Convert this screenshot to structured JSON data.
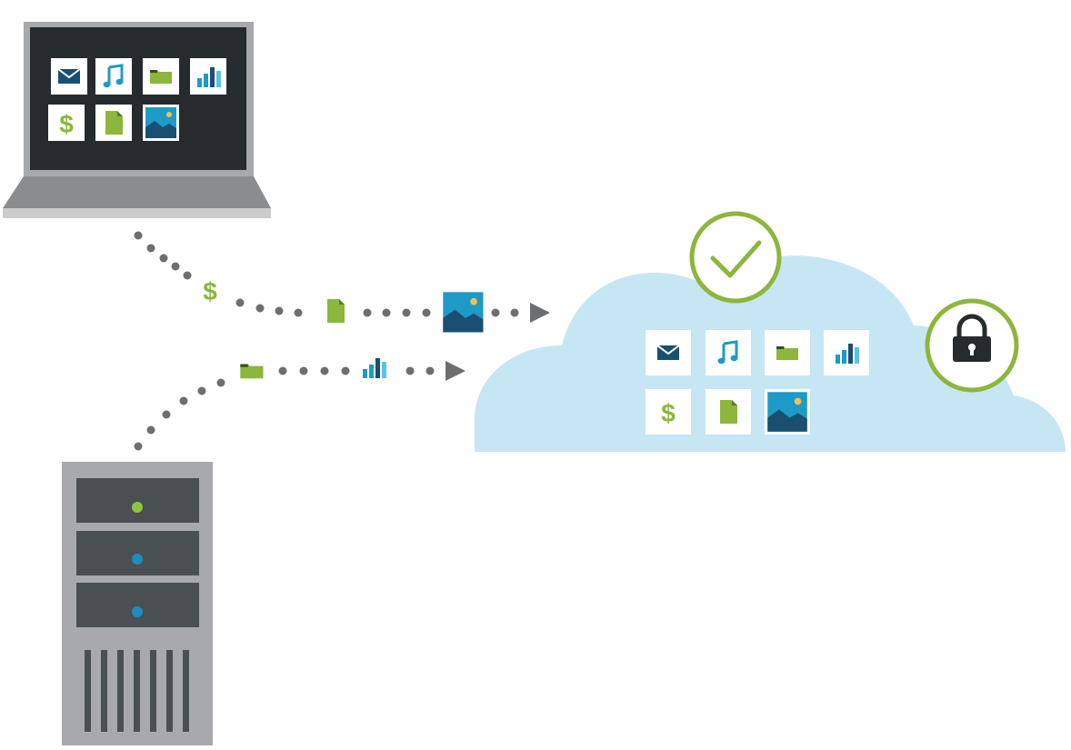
{
  "diagram": {
    "colors": {
      "background": "#ffffff",
      "laptop_bezel": "#a7a9ac",
      "laptop_screen": "#262b2d",
      "laptop_base": "#8a8c8e",
      "laptop_base_shadow": "#c9cbcd",
      "server_body": "#a7a9ac",
      "server_bay": "#4a4f52",
      "server_vent": "#4a4f52",
      "led_green": "#8cc63f",
      "led_blue": "#1c8cc0",
      "cloud": "#c6e6f4",
      "tile": "#ffffff",
      "icon_navy": "#1b4f72",
      "icon_teal": "#1e9ac6",
      "icon_green": "#8cb63c",
      "icon_lightblue": "#5bc2e7",
      "sun": "#f2c14e",
      "badge_green": "#8cb63c",
      "lock": "#262b2d",
      "dots": "#6d6e70"
    },
    "devices": [
      {
        "name": "laptop",
        "icons": [
          "mail-icon",
          "music-icon",
          "folder-icon",
          "chart-icon",
          "dollar-icon",
          "document-icon",
          "image-icon"
        ]
      },
      {
        "name": "server",
        "leds": [
          "green",
          "blue",
          "blue"
        ]
      }
    ],
    "cloud": {
      "icons": [
        "mail-icon",
        "music-icon",
        "folder-icon",
        "chart-icon",
        "dollar-icon",
        "document-icon",
        "image-icon"
      ],
      "badges": [
        "check-icon",
        "lock-icon"
      ]
    },
    "flows": [
      {
        "from": "laptop",
        "to": "cloud",
        "carried_icons": [
          "dollar-icon",
          "document-icon",
          "image-icon"
        ]
      },
      {
        "from": "server",
        "to": "cloud",
        "carried_icons": [
          "folder-icon",
          "chart-icon"
        ]
      }
    ]
  }
}
